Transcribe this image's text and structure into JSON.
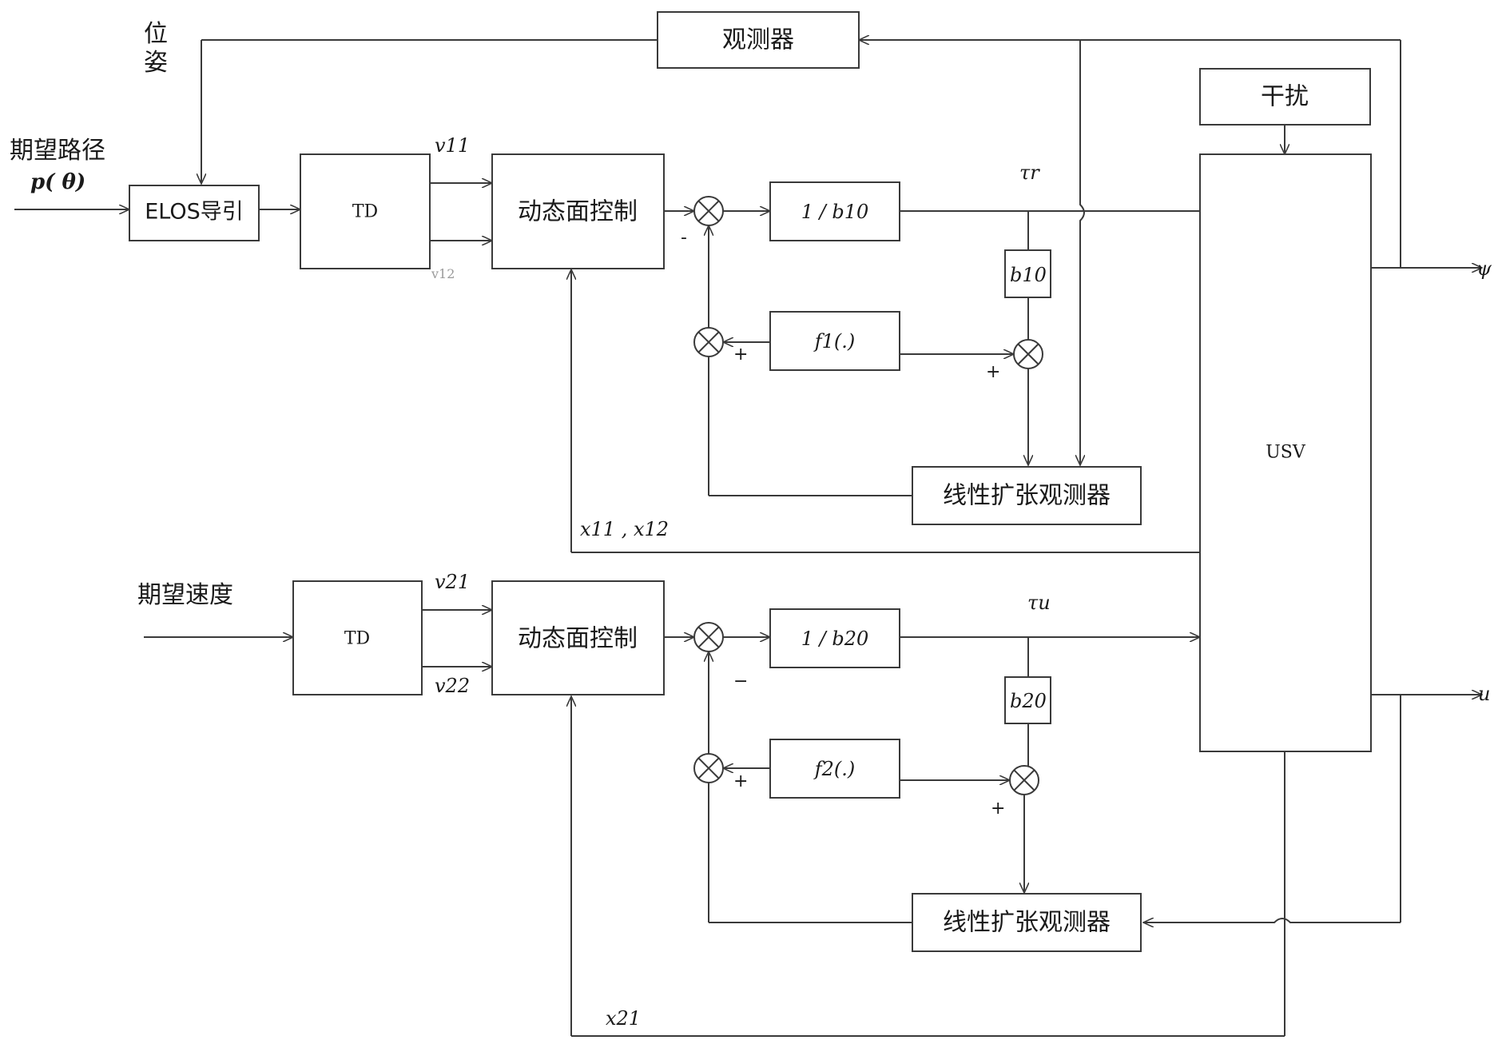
{
  "boxes": {
    "observer_top": "观测器",
    "disturbance": "干扰",
    "elos": "ELOS导引",
    "td_top": "TD",
    "dsc_top": "动态面控制",
    "inv_b10": "1 / b10",
    "b10": "b10",
    "f1": "f1(.)",
    "leso_top": "线性扩张观测器",
    "usv": "USV",
    "td_bottom": "TD",
    "dsc_bottom": "动态面控制",
    "inv_b20": "1 / b20",
    "b20": "b20",
    "f2": "f2(.)",
    "leso_bottom": "线性扩张观测器"
  },
  "labels": {
    "pose_1": "位",
    "pose_2": "姿",
    "desired_path": "期望路径",
    "path_symbol": "p( θ)",
    "desired_speed": "期望速度",
    "v11": "v11",
    "v12": "v12",
    "v21": "v21",
    "v22": "v22",
    "tau_r": "τr",
    "tau_u": "τu",
    "x11_x12": "x11 , x12",
    "x21": "x21",
    "psi": "ψ",
    "u": "u",
    "minus_top": "-",
    "plus_f1_left": "+",
    "plus_f1_right": "+",
    "minus_bottom": "−",
    "plus_f2_left": "+",
    "plus_f2_right": "+"
  }
}
